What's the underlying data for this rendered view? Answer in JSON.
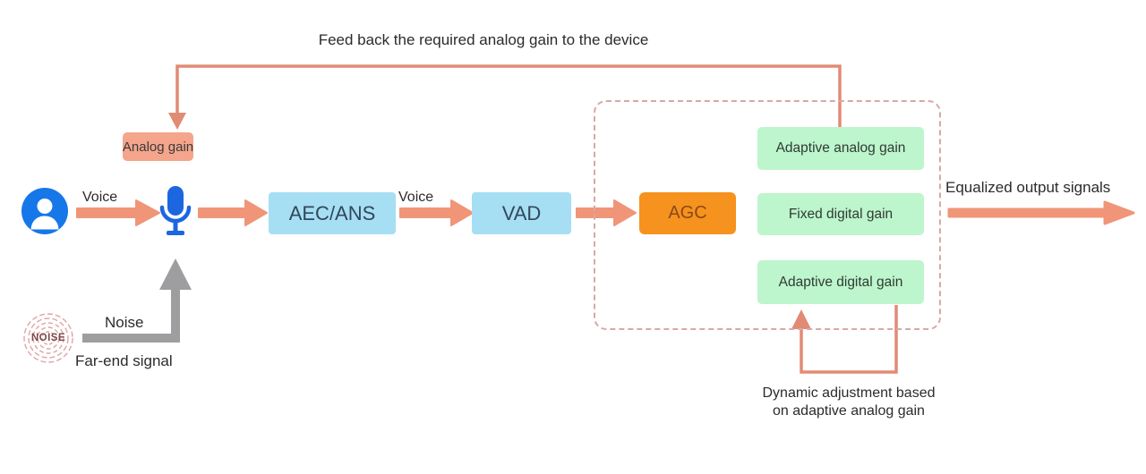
{
  "diagram": {
    "top_feedback_label": "Feed back the required analog gain to the device",
    "labels": {
      "voice_in": "Voice",
      "voice_mid": "Voice",
      "noise": "Noise",
      "far_end": "Far-end signal",
      "output": "Equalized output signals",
      "dynamic_line1": "Dynamic adjustment based",
      "dynamic_line2": "on adaptive analog gain"
    },
    "nodes": {
      "analog_gain": {
        "label": "Analog gain",
        "color": "#f4a58b"
      },
      "aec_ans": {
        "label": "AEC/ANS",
        "color": "#a6def3"
      },
      "vad": {
        "label": "VAD",
        "color": "#a6def3"
      },
      "agc": {
        "label": "AGC",
        "color": "#f6921e"
      },
      "adaptive_analog_gain": {
        "label": "Adaptive analog gain",
        "color": "#bdf5cc"
      },
      "fixed_digital_gain": {
        "label": "Fixed digital gain",
        "color": "#bdf5cc"
      },
      "adaptive_digital_gain": {
        "label": "Adaptive digital gain",
        "color": "#bdf5cc"
      }
    },
    "noise_icon": {
      "label": "NOISE"
    },
    "colors": {
      "arrow_salmon": "#f09577",
      "feedback_line_salmon": "#e18b75",
      "arrow_gray": "#9e9ea0",
      "dashed_border": "#d8a8a8",
      "avatar_blue": "#1677e8",
      "mic_blue": "#1c66e0",
      "noise_ring_pink": "#e0a4a4",
      "box_lightblue": "#a6def3",
      "box_green": "#bdf5cc",
      "box_orange": "#f6921e",
      "box_salmon": "#f4a58b"
    }
  }
}
